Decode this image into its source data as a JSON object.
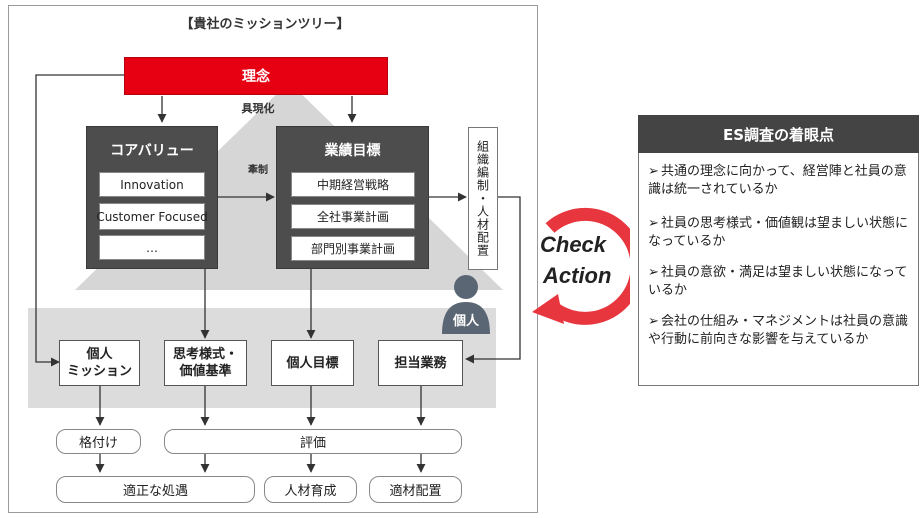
{
  "diagram": {
    "title": "【貴社のミッションツリー】",
    "rinen": "理念",
    "gugenka": "具現化",
    "core_values": {
      "title": "コアバリュー",
      "items": [
        "Innovation",
        "Customer Focused",
        "…"
      ]
    },
    "kensei": "牽制",
    "performance_goals": {
      "title": "業績目標",
      "items": [
        "中期経営戦略",
        "全社事業計画",
        "部門別事業計画"
      ]
    },
    "org_side_box": "組織編制・人材配置",
    "individual_label": "個人",
    "individual_boxes": [
      "個人\nミッション",
      "思考様式・\n価値基準",
      "個人目標",
      "担当業務"
    ],
    "evaluation": {
      "kakuzuke": "格付け",
      "hyoka": "評価"
    },
    "outcomes": [
      "適正な処遇",
      "人材育成",
      "適材配置"
    ],
    "cycle": {
      "check": "Check",
      "action": "Action"
    }
  },
  "es_panel": {
    "title": "ES調査の着眼点",
    "bullet": "➢",
    "items": [
      "共通の理念に向かって、経営陣と社員の意識は統一されているか",
      "社員の思考様式・価値観は望ましい状態になっているか",
      "社員の意欲・満足は望ましい状態になっているか",
      "会社の仕組み・マネジメントは社員の意識や行動に前向きな影響を与えているか"
    ]
  },
  "colors": {
    "accent_red": "#e60012",
    "dark_box": "#4d4d4d",
    "light_gray": "#d6d6d6",
    "cycle_red": "#e8363f"
  }
}
